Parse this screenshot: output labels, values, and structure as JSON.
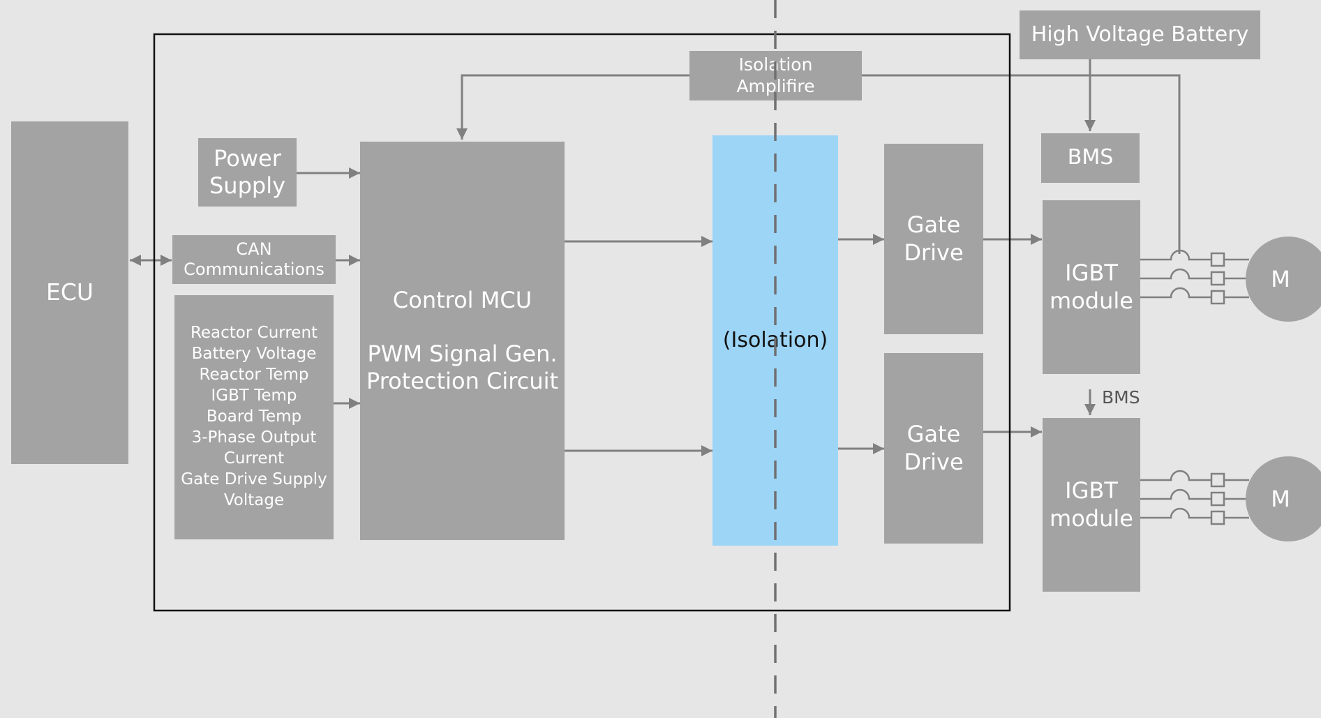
{
  "blocks": {
    "ecu": "ECU",
    "power_supply": [
      "Power",
      "Supply"
    ],
    "can": [
      "CAN",
      "Communications"
    ],
    "sensors": [
      "Reactor Current",
      "Battery Voltage",
      "Reactor Temp",
      "IGBT Temp",
      "Board Temp",
      "3-Phase Output",
      "Current",
      "Gate Drive Supply",
      "Voltage"
    ],
    "control_mcu": {
      "title": "Control MCU",
      "line1": "PWM Signal Gen.",
      "line2": "Protection Circuit"
    },
    "isolation_amp": [
      "Isolation",
      "Amplifire"
    ],
    "isolation": "(Isolation)",
    "gate_drive_top": [
      "Gate",
      "Drive"
    ],
    "gate_drive_bottom": [
      "Gate",
      "Drive"
    ],
    "hv_battery": "High Voltage Battery",
    "bms_top": "BMS",
    "bms_bottom": "BMS",
    "igbt_top": [
      "IGBT",
      "module"
    ],
    "igbt_bottom": [
      "IGBT",
      "module"
    ],
    "motor_top": "M",
    "motor_bottom": "M"
  },
  "colors": {
    "background": "#e6e6e6",
    "block": "#a3a3a3",
    "isolation": "#9dd5f7",
    "line": "#808080",
    "frame": "#000000",
    "text_light": "#ffffff",
    "text_dark": "#222222",
    "text_muted": "#555555"
  }
}
